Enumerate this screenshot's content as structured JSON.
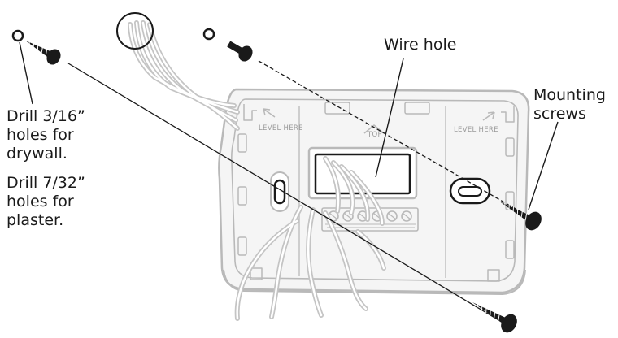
{
  "labels": {
    "drill_drywall": [
      "Drill 3/16”",
      "holes for",
      "drywall."
    ],
    "drill_plaster": [
      "Drill 7/32”",
      "holes for",
      "plaster."
    ],
    "wire_hole": "Wire hole",
    "mounting_screws": [
      "Mounting",
      "screws"
    ]
  },
  "embossed": {
    "level_left": "LEVEL HERE",
    "level_right": "LEVEL HERE",
    "top": "TOP"
  },
  "colors": {
    "outline": "#1a1a1a",
    "plate": "#b9b9b9",
    "plate_fill": "#f4f4f4",
    "text": "#1a1a1a"
  }
}
